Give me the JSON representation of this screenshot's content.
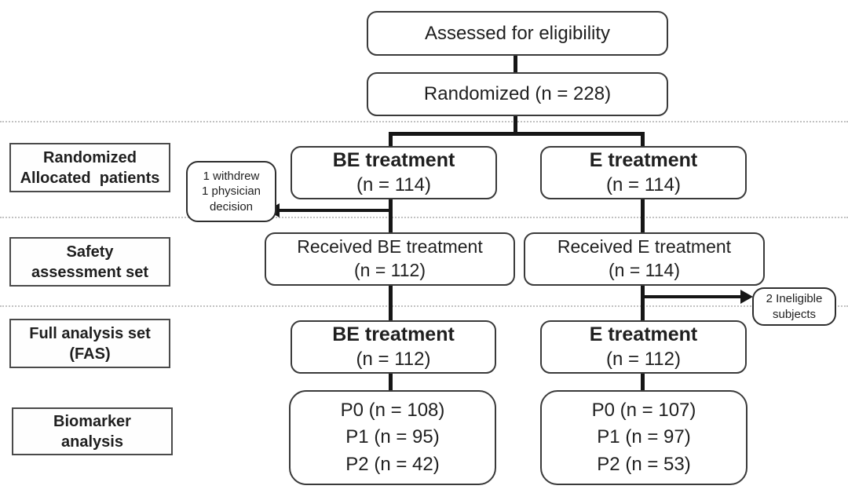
{
  "figure_title": "CONSORT flow diagram",
  "colors": {
    "background": "#ffffff",
    "text": "#1f1f1f",
    "box_border": "#3a3a3a",
    "connector": "#161616",
    "dotted_divider": "#c2c2c2"
  },
  "top": {
    "assessed": "Assessed for eligibility",
    "randomized": "Randomized (n = 228)"
  },
  "stage_labels": [
    {
      "line1": "Randomized",
      "line2": "Allocated  patients"
    },
    {
      "line1": "Safety",
      "line2": "assessment set"
    },
    {
      "line1": "Full analysis set",
      "line2": "(FAS)"
    },
    {
      "line1": "Biomarker",
      "line2": "analysis"
    }
  ],
  "arms": {
    "be": {
      "allocation_title": "BE treatment",
      "allocation_n": "(n = 114)",
      "safety_title": "Received BE treatment",
      "safety_n": "(n = 112)",
      "fas_title": "BE treatment",
      "fas_n": "(n = 112)",
      "biomarker": {
        "p0": "P0 (n = 108)",
        "p1": "P1 (n = 95)",
        "p2": "P2 (n = 42)"
      }
    },
    "e": {
      "allocation_title": "E treatment",
      "allocation_n": "(n = 114)",
      "safety_title": "Received E treatment",
      "safety_n": "(n = 114)",
      "fas_title": "E treatment",
      "fas_n": "(n = 112)",
      "biomarker": {
        "p0": "P0 (n = 107)",
        "p1": "P1 (n = 97)",
        "p2": "P2 (n = 53)"
      }
    }
  },
  "exclusions": {
    "withdrew": {
      "line1": "1 withdrew",
      "line2": "1 physician",
      "line3": "decision"
    },
    "ineligible": {
      "line1": "2 Ineligible",
      "line2": "subjects"
    }
  }
}
